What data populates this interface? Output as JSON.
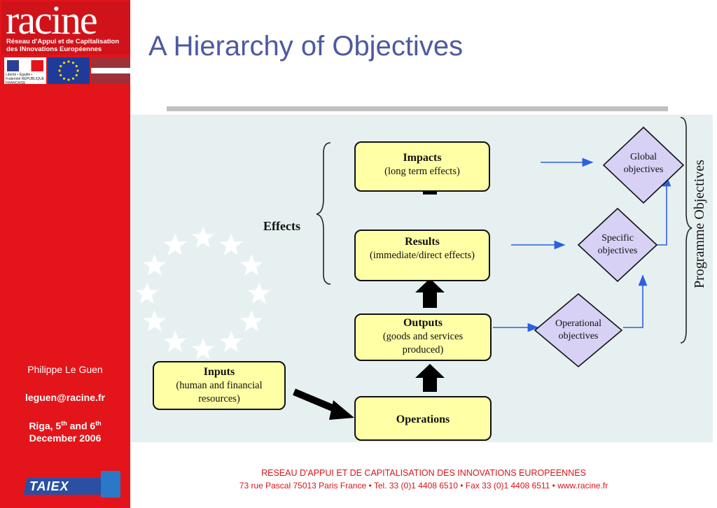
{
  "sidebar": {
    "logo_word": "racine",
    "logo_line1": "Réseau d'Appui et de Capitalisation",
    "logo_line2": "des INnovations Européennes",
    "author": "Philippe Le Guen",
    "email": "leguen@racine.fr",
    "place_date_1": "Riga, 5",
    "th1": "th",
    "and": " and 6",
    "th2": "th",
    "place_date_2": "December 2006",
    "taiex": "TAIEX",
    "flag_fr_text": "Liberté • Égalité • Fraternité RÉPUBLIQUE FRANÇAISE"
  },
  "title": "A Hierarchy of Objectives",
  "diagram": {
    "effects_label": "Effects",
    "programme_label": "Programme Objectives",
    "boxes": {
      "impacts": {
        "head": "Impacts",
        "sub": "(long term effects)"
      },
      "results": {
        "head": "Results",
        "sub": "(immediate/direct effects)"
      },
      "outputs": {
        "head": "Outputs",
        "sub": "(goods and services produced)"
      },
      "operations": {
        "head": "Operations"
      },
      "inputs": {
        "head": "Inputs",
        "sub": "(human and financial resources)"
      }
    },
    "diamonds": {
      "global": "Global objectives",
      "specific": "Specific objectives",
      "operational": "Operational objectives"
    },
    "colors": {
      "box_fill": "#ffffa6",
      "diamond_fill": "#d6d1f5",
      "arrow_blue": "#2d5fe0"
    }
  },
  "footer": {
    "line1": "RESEAU D'APPUI ET DE CAPITALISATION DES INNOVATIONS EUROPEENNES",
    "line2": "73 rue Pascal 75013 Paris France • Tel. 33 (0)1 4408 6510 • Fax 33 (0)1 4408 6511 •  www.racine.fr"
  }
}
